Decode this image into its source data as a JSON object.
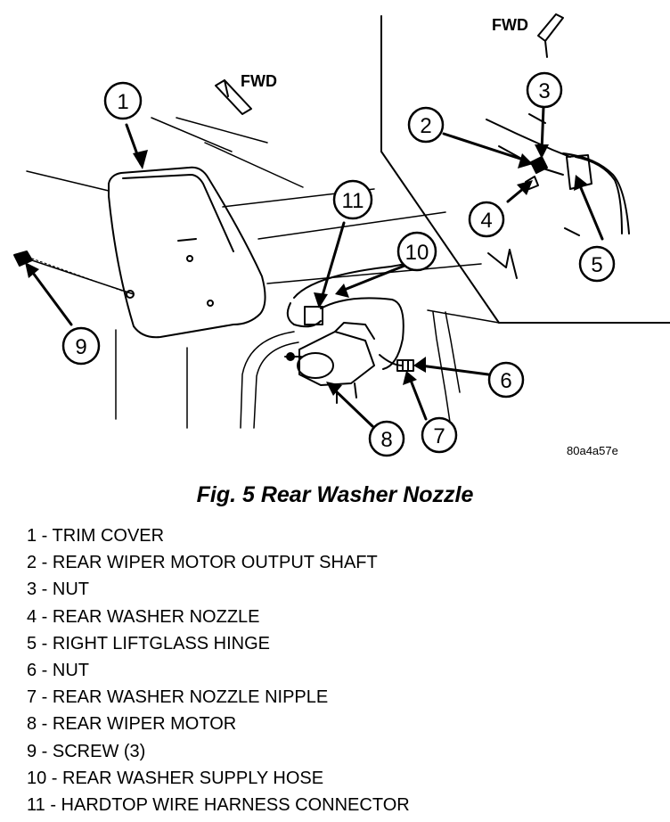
{
  "figure": {
    "fwd_label_left": "FWD",
    "fwd_label_inset": "FWD",
    "image_code": "80a4a57e",
    "callouts": [
      {
        "id": "1",
        "text": "1"
      },
      {
        "id": "2",
        "text": "2"
      },
      {
        "id": "3",
        "text": "3"
      },
      {
        "id": "4",
        "text": "4"
      },
      {
        "id": "5",
        "text": "5"
      },
      {
        "id": "6",
        "text": "6"
      },
      {
        "id": "7",
        "text": "7"
      },
      {
        "id": "8",
        "text": "8"
      },
      {
        "id": "9",
        "text": "9"
      },
      {
        "id": "10",
        "text": "10"
      },
      {
        "id": "11",
        "text": "11"
      }
    ]
  },
  "caption": "Fig. 5 Rear Washer Nozzle",
  "legend": [
    "1 - TRIM COVER",
    "2 - REAR WIPER MOTOR OUTPUT SHAFT",
    "3 - NUT",
    "4 - REAR WASHER NOZZLE",
    "5 - RIGHT LIFTGLASS HINGE",
    "6 - NUT",
    "7 - REAR WASHER NOZZLE NIPPLE",
    "8 - REAR WIPER MOTOR",
    "9 - SCREW (3)",
    "10 - REAR WASHER SUPPLY HOSE",
    "11 - HARDTOP WIRE HARNESS CONNECTOR"
  ]
}
